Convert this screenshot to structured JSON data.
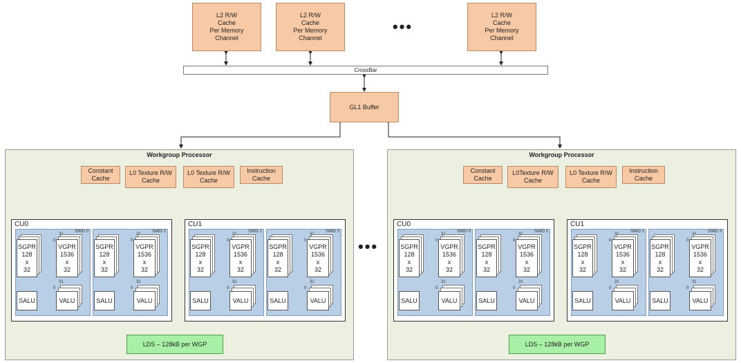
{
  "l2_caches": [
    {
      "label": "L2 R/W\nCache\nPer Memory\nChannel"
    },
    {
      "label": "L2 R/W\nCache\nPer Memory\nChannel"
    },
    {
      "label": "L2 R/W\nCache\nPer Memory\nChannel"
    }
  ],
  "ellipsis": "•••",
  "crossbar": "CrossBar",
  "gl1": "GL1 Buffer",
  "wgps": [
    {
      "title": "Workgroup Processor",
      "caches": {
        "constant": "Constant\nCache",
        "l0_a": "L0 Texture R/W\nCache",
        "l0_b": "L0 Texture R/W\nCache",
        "instruction": "Instruction\nCache"
      },
      "cus": [
        {
          "label": "CU0",
          "simds": [
            {
              "label": "SIMD 0",
              "sgpr": "SGPR\n128\nx\n32",
              "vgpr": "VGPR\n1536\nx\n32",
              "salu": "SALU",
              "valu": "VALU",
              "idx_lo": "0",
              "idx_hi": "31"
            },
            {
              "label": "SIMD 2",
              "sgpr": "SGPR\n128\nx\n32",
              "vgpr": "VGPR\n1536\nx\n32",
              "salu": "SALU",
              "valu": "VALU",
              "idx_lo": "0",
              "idx_hi": "31"
            }
          ]
        },
        {
          "label": "CU1",
          "simds": [
            {
              "label": "SIMD 1",
              "sgpr": "SGPR\n128\nx\n32",
              "vgpr": "VGPR\n1536\nx\n32",
              "salu": "SALU",
              "valu": "VALU",
              "idx_lo": "0",
              "idx_hi": "31"
            },
            {
              "label": "SIMD 3",
              "sgpr": "SGPR\n128\nx\n32",
              "vgpr": "VGPR\n1536\nx\n32",
              "salu": "SALU",
              "valu": "VALU",
              "idx_lo": "0",
              "idx_hi": "31"
            }
          ]
        }
      ],
      "lds": "LDS – 128kB per WGP"
    },
    {
      "title": "Workgroup Processor",
      "caches": {
        "constant": "Constant\nCache",
        "l0_a": "L0Texture R/W\nCache",
        "l0_b": "L0 Texture R/W\nCache",
        "instruction": "Instruction\nCache"
      },
      "cus": [
        {
          "label": "CU0",
          "simds": [
            {
              "label": "SIMD 0",
              "sgpr": "SGPR\n128\nx\n32",
              "vgpr": "VGPR\n1536\nx\n32",
              "salu": "SALU",
              "valu": "VALU",
              "idx_lo": "0",
              "idx_hi": "31"
            },
            {
              "label": "SIMD 2",
              "sgpr": "SGPR\n128\nx\n32",
              "vgpr": "VGPR\n1536\nx\n32",
              "salu": "SALU",
              "valu": "VALU",
              "idx_lo": "0",
              "idx_hi": "31"
            }
          ]
        },
        {
          "label": "CU1",
          "simds": [
            {
              "label": "SIMD 1",
              "sgpr": "SGPR\n128\nx\n32",
              "vgpr": "VGPR\n1536\nx\n32",
              "salu": "SALU",
              "valu": "VALU",
              "idx_lo": "0",
              "idx_hi": "31"
            },
            {
              "label": "SIMD 3",
              "sgpr": "SGPR\n128\nx\n32",
              "vgpr": "VGPR\n1536\nx\n32",
              "salu": "SALU",
              "valu": "VALU",
              "idx_lo": "0",
              "idx_hi": "31"
            }
          ]
        }
      ],
      "lds": "LDS – 128kB per WGP"
    }
  ]
}
